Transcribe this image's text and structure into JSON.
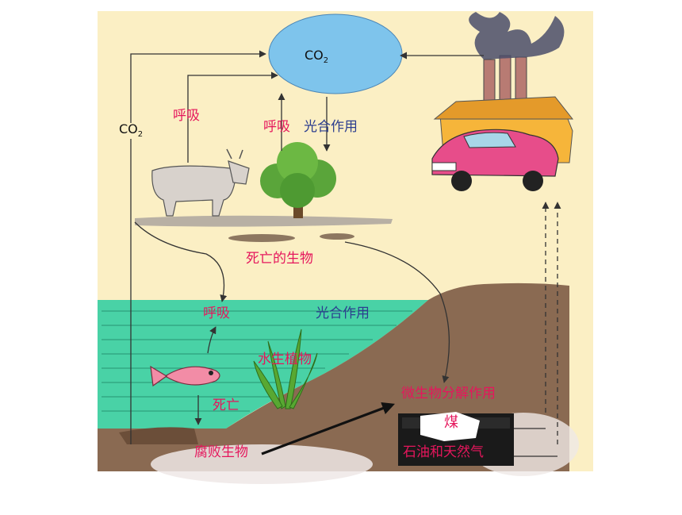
{
  "labels": {
    "co2_top_main": "CO",
    "co2_top_sub": "2",
    "co2_left_main": "CO",
    "co2_left_sub": "2",
    "respiration_animal": "呼吸",
    "respiration_plant": "呼吸",
    "photosynthesis_land": "光合作用",
    "dead_organisms": "死亡的生物",
    "respiration_water": "呼吸",
    "photosynthesis_water": "光合作用",
    "aquatic_plants": "水生植物",
    "death": "死亡",
    "decaying_organisms": "腐败生物",
    "microbial_decomposition": "微生物分解作用",
    "coal": "煤",
    "oil_gas": "石油和天然气"
  },
  "colors": {
    "background": "#fbefc4",
    "co2_bubble": "#7ec4ec",
    "water": "#49d2a6",
    "earth": "#8a6a52",
    "label_pink": "#e5165c",
    "label_blue": "#2c3e8f"
  },
  "icons": [
    "cow-icon",
    "tree-icon",
    "fish-icon",
    "aquatic-plant-icon",
    "factory-icon",
    "car-icon",
    "house-icon"
  ]
}
